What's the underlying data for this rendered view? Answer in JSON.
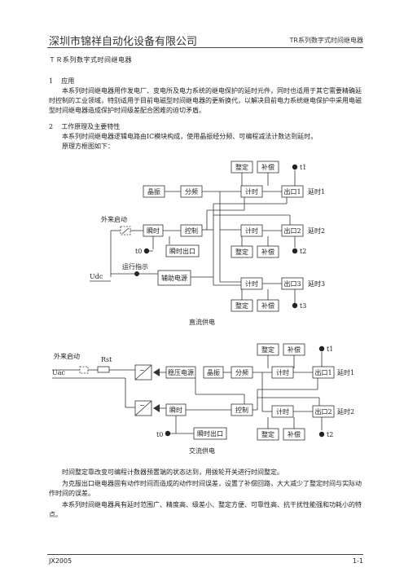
{
  "header": {
    "company": "深圳市锦祥自动化设备有限公司",
    "product": "TR系列数字式时间继电器"
  },
  "doc_title": "ＴＲ系列数字式时间继电器",
  "sections": {
    "s1_num": "1",
    "s1_title": "应用",
    "s1_body": "本系列时间继电器用作发电厂、变电所及电力系统的继电保护的延时元件，同时也适用于其它需要精确延时控制的工业领域，特别适用于目前电磁型时间继电器的更新换代，以解决目前电力系统继电保护中采用电磁型时间继电器造成保护时间级差配合困难的迫切矛盾。",
    "s2_num": "2",
    "s2_title": "工作原理及主要特性",
    "s2_body": "本系列时间继电器逻辑电路由IC模块构成，使用晶振经分频、可编程减法计数达到延时。",
    "s2_sub": "原理方框图如下："
  },
  "dc_diagram": {
    "zhengding": "整定",
    "buchang": "补偿",
    "jingzhen": "晶振",
    "fenpin": "分频",
    "jishi": "计时",
    "chukou1": "出口1",
    "chukou2": "出口2",
    "chukou3": "出口3",
    "yanshi1": "延时1",
    "yanshi2": "延时2",
    "yanshi3": "延时3",
    "t1": "t1",
    "t2": "t2",
    "t3": "t3",
    "t0": "t0",
    "waibu": "外来启动",
    "shunshi": "瞬时",
    "kongzhi": "控制",
    "shunshi_chukou": "瞬时出口",
    "yunxing": "运行指示",
    "fuzhu": "辅助电源",
    "udc": "Udc",
    "caption": "直流供电"
  },
  "ac_diagram": {
    "waibu": "外来启动",
    "uac": "Uac",
    "rst": "Rst",
    "wenya": "稳压电源",
    "jingzhen": "晶振",
    "fenpin": "分频",
    "jishi": "计时",
    "chukou1": "出口1",
    "chukou2": "出口2",
    "zhengding": "整定",
    "buchang": "补偿",
    "yanshi1": "延时1",
    "yanshi2": "延时2",
    "t1": "t1",
    "t2": "t2",
    "t0": "t0",
    "shunshi": "瞬时",
    "kongzhi": "控制",
    "shunshi_chukou": "瞬时出口",
    "caption": "交流供电"
  },
  "closing": {
    "p1": "时间整定靠改变可编程计数器预置端的状态达到，用拨轮开关进行时间整定。",
    "p2": "为克服出口继电器固有动作时间而造成的动作时间误差，设置了补偿回路，大大减少了整定时间与实际动作时间的误差。",
    "p3": "本系列时间继电器具有延时范围广、精度高、级差小、整定方便、可靠性高、抗干扰性能强和功耗小的特点。"
  },
  "footer": {
    "code": "JX2005",
    "page": "1-1"
  }
}
